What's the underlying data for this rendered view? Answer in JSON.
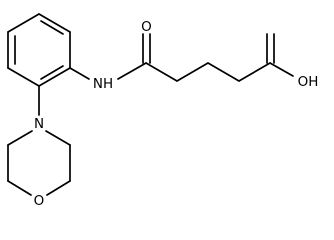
{
  "molecule": {
    "atom_labels": {
      "amide_oxygen": "O",
      "amide_nitrogen": "NH",
      "hydroxyl": "OH",
      "morpholine_nitrogen": "N",
      "morpholine_oxygen": "O"
    }
  }
}
